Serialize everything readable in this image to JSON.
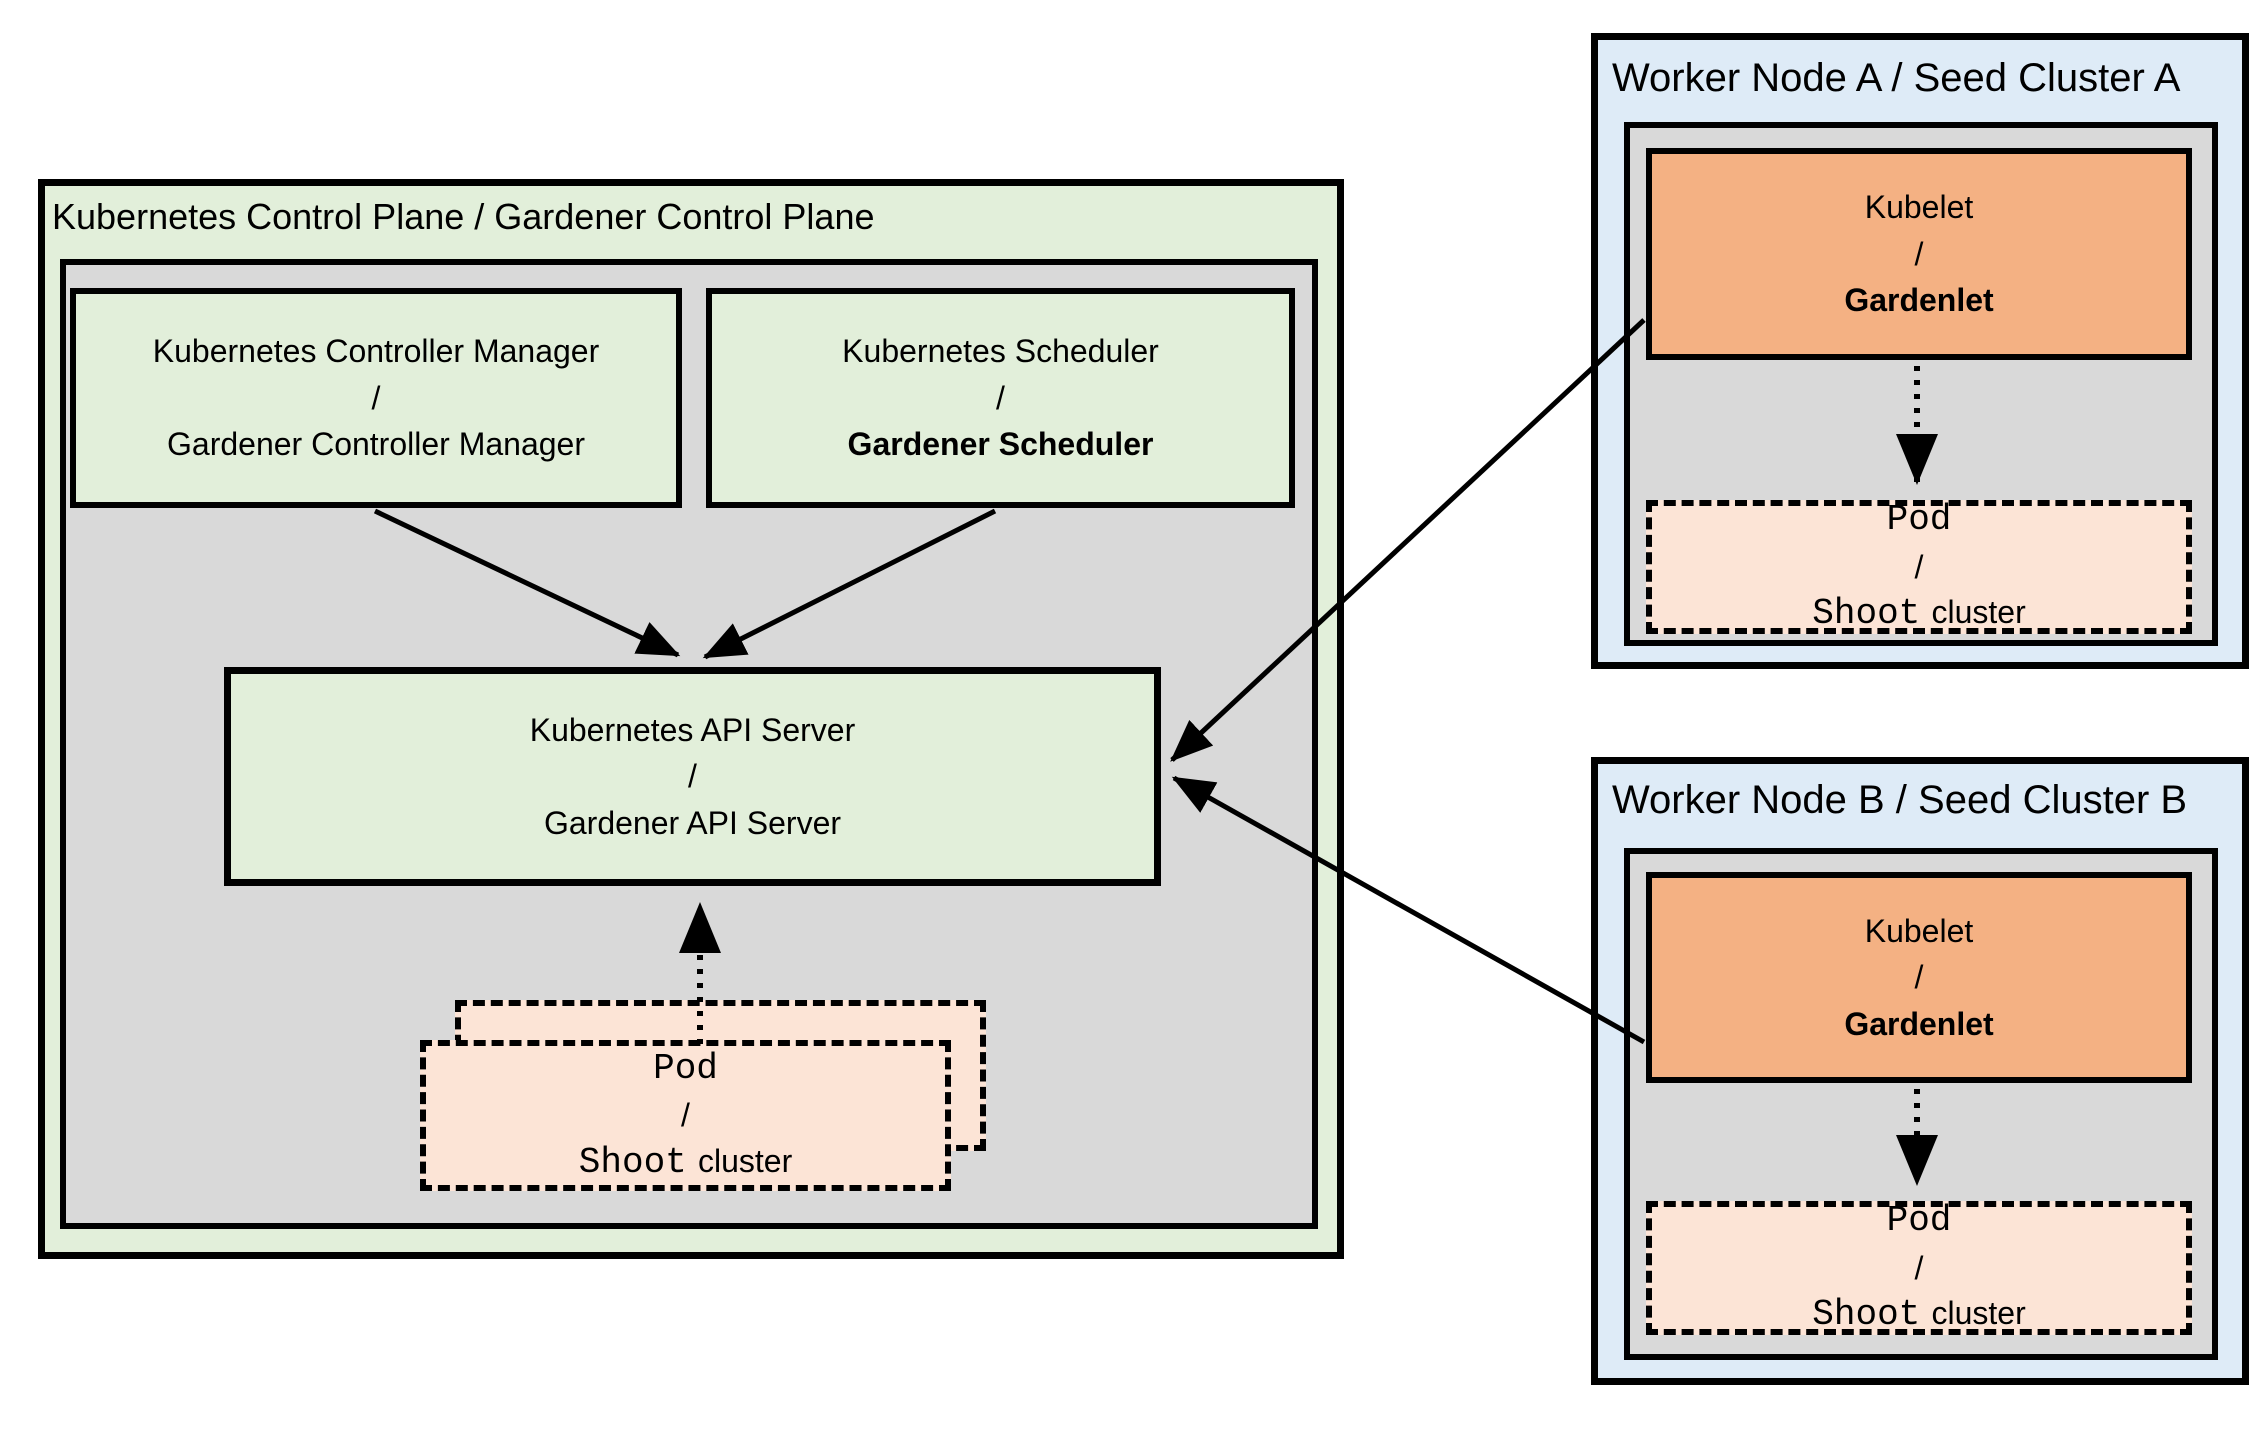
{
  "colors": {
    "box-green": "#E2EFDA",
    "box-gray": "#D9D9D9",
    "box-blue": "#DEEBF7",
    "box-orange": "#F4B183",
    "box-peach": "#FCE4D6",
    "line-black": "#000000"
  },
  "control_plane": {
    "title": "Kubernetes Control Plane / Gardener Control Plane",
    "controller_manager": {
      "line1": "Kubernetes Controller Manager",
      "sep": "/",
      "line2": "Gardener Controller Manager"
    },
    "scheduler": {
      "line1": "Kubernetes Scheduler",
      "sep": "/",
      "line2": "Gardener Scheduler"
    },
    "api_server": {
      "line1": "Kubernetes API Server",
      "sep": "/",
      "line2": "Gardener API Server"
    }
  },
  "pod_label": {
    "line1": "Pod",
    "sep": "/",
    "line2_mono": "Shoot",
    "line2_sans": "cluster"
  },
  "worker_node_a": {
    "title": "Worker Node A / Seed Cluster A",
    "kubelet": {
      "line1": "Kubelet",
      "sep": "/",
      "line2": "Gardenlet"
    }
  },
  "worker_node_b": {
    "title": "Worker Node B / Seed Cluster B",
    "kubelet": {
      "line1": "Kubelet",
      "sep": "/",
      "line2": "Gardenlet"
    }
  }
}
